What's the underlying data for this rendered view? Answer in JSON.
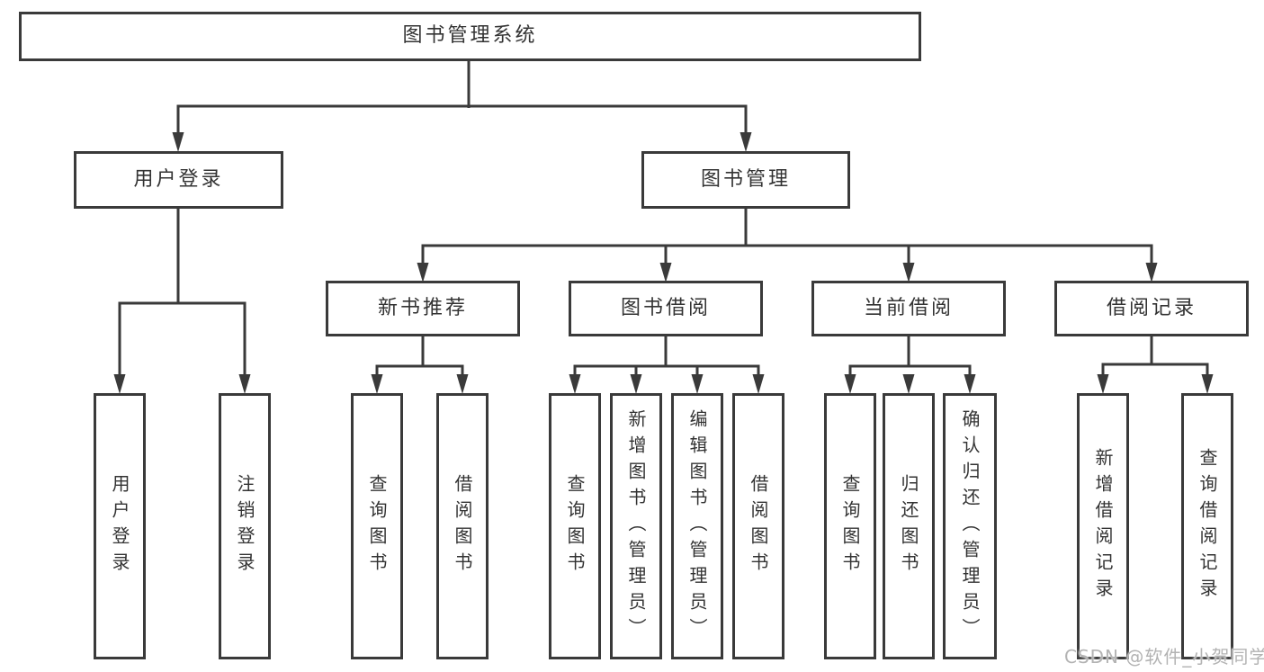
{
  "tree": {
    "label": "图书管理系统",
    "children": [
      {
        "label": "用户登录",
        "children": [
          {
            "label": "用户登录"
          },
          {
            "label": "注销登录"
          }
        ]
      },
      {
        "label": "图书管理",
        "children": [
          {
            "label": "新书推荐",
            "children": [
              {
                "label": "查询图书"
              },
              {
                "label": "借阅图书"
              }
            ]
          },
          {
            "label": "图书借阅",
            "children": [
              {
                "label": "查询图书"
              },
              {
                "label": "新增图书（管理员）"
              },
              {
                "label": "编辑图书（管理员）"
              },
              {
                "label": "借阅图书"
              }
            ]
          },
          {
            "label": "当前借阅",
            "children": [
              {
                "label": "查询图书"
              },
              {
                "label": "归还图书"
              },
              {
                "label": "确认归还（管理员）"
              }
            ]
          },
          {
            "label": "借阅记录",
            "children": [
              {
                "label": "新增借阅记录"
              },
              {
                "label": "查询借阅记录"
              }
            ]
          }
        ]
      }
    ]
  },
  "watermark": "CSDN @软件_小贺同学",
  "colors": {
    "line": "#3a3a3a",
    "box_border": "#3a3a3a",
    "box_fill": "#ffffff",
    "text": "#333333",
    "watermark": "#b3b3b3",
    "background": "#ffffff"
  }
}
